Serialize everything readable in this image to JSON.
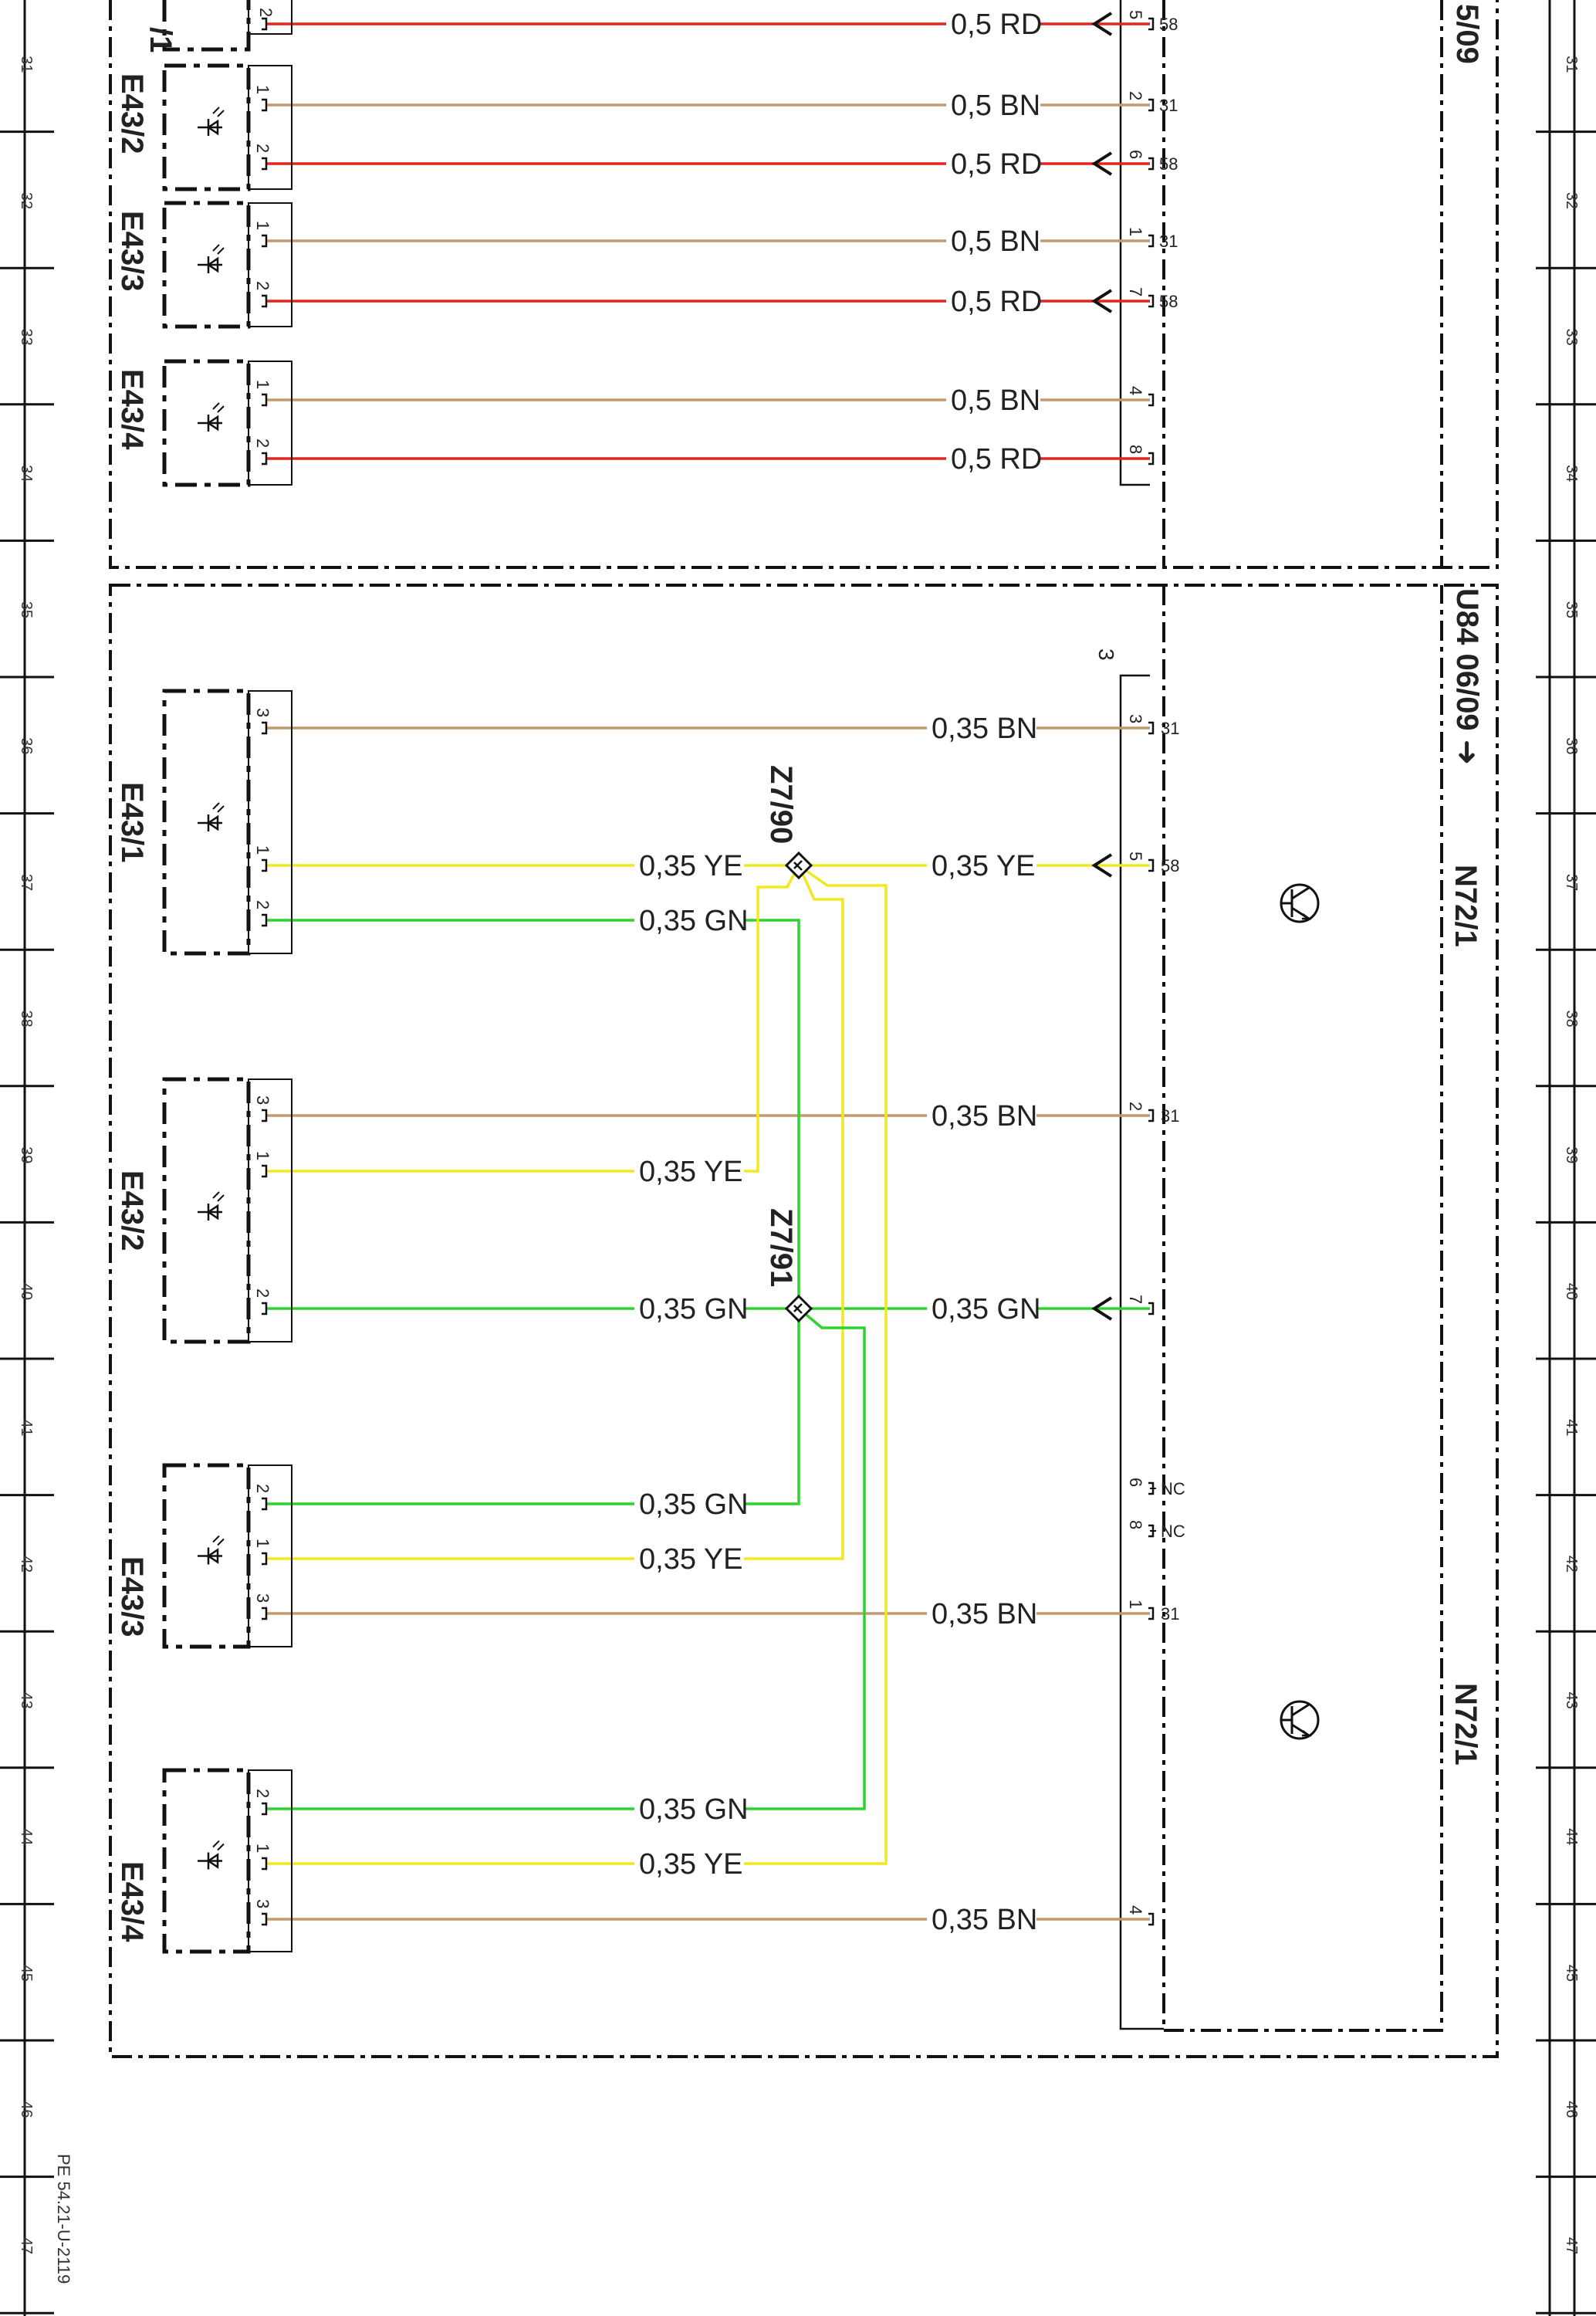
{
  "colors": {
    "RD": "#e0261f",
    "BN": "#c29a6e",
    "YE": "#f2e81e",
    "GN": "#2fd32f",
    "frame": "#111111"
  },
  "zones": [
    "31",
    "32",
    "33",
    "34",
    "35",
    "36",
    "37",
    "38",
    "39",
    "40",
    "41",
    "42",
    "43",
    "44",
    "45",
    "46",
    "47"
  ],
  "doc_code": "PE 54.21-U-2119",
  "top_section": {
    "fragment_label": "/1",
    "right_fragment": "5/09",
    "components": [
      "E43/2",
      "E43/3",
      "E43/4"
    ],
    "pin_labels": {
      "r0": "2",
      "c1a": "1",
      "c1b": "2",
      "c2a": "1",
      "c2b": "2",
      "c3a": "1",
      "c3b": "2"
    },
    "wires": [
      {
        "label": "0,5 RD",
        "color": "RD",
        "pin": "5",
        "term": "58",
        "arrow": true
      },
      {
        "label": "0,5 BN",
        "color": "BN",
        "pin": "2",
        "term": "31",
        "arrow": false
      },
      {
        "label": "0,5 RD",
        "color": "RD",
        "pin": "6",
        "term": "58",
        "arrow": true
      },
      {
        "label": "0,5 BN",
        "color": "BN",
        "pin": "1",
        "term": "31",
        "arrow": false
      },
      {
        "label": "0,5 RD",
        "color": "RD",
        "pin": "7",
        "term": "58",
        "arrow": true
      },
      {
        "label": "0,5 BN",
        "color": "BN",
        "pin": "4",
        "term": "",
        "arrow": false
      },
      {
        "label": "0,5 RD",
        "color": "RD",
        "pin": "8",
        "term": "",
        "arrow": false
      }
    ]
  },
  "bottom_section": {
    "vehicle_label": "U84 06/09 ➜",
    "module_label": "N72/1",
    "module_label_2": "N72/1",
    "connector_label": "3",
    "splices": [
      "Z7/90",
      "Z7/91"
    ],
    "components": [
      "E43/1",
      "E43/2",
      "E43/3",
      "E43/4"
    ],
    "pin_labels": {
      "e1_3": "3",
      "e1_1": "1",
      "e1_2": "2",
      "e2_3": "3",
      "e2_1": "1",
      "e2_2": "2",
      "e3_2": "2",
      "e3_1": "1",
      "e3_3": "3",
      "e4_2": "2",
      "e4_1": "1",
      "e4_3": "3"
    },
    "left_labels": {
      "ye1": "0,35 YE",
      "gn1": "0,35 GN",
      "ye2": "0,35 YE",
      "gn2": "0,35 GN",
      "gn3": "0,35 GN",
      "ye3": "0,35 YE",
      "gn4": "0,35 GN",
      "ye4": "0,35 YE"
    },
    "right_wires": [
      {
        "label": "0,35 BN",
        "pin": "3",
        "term": "31"
      },
      {
        "label": "0,35 YE",
        "pin": "5",
        "term": "58"
      },
      {
        "label": "0,35 BN",
        "pin": "2",
        "term": "31"
      },
      {
        "label": "0,35 GN",
        "pin": "7",
        "term": ""
      },
      {
        "label": "0,35 BN",
        "pin": "1",
        "term": "31"
      },
      {
        "label": "0,35 BN",
        "pin": "4",
        "term": ""
      }
    ],
    "nc": {
      "pin_a": "6",
      "pin_b": "8",
      "label_a": "NC",
      "label_b": "NC"
    },
    "left_bn_labels": {
      "e1": "",
      "e2": "",
      "e3": "",
      "e4": ""
    }
  }
}
